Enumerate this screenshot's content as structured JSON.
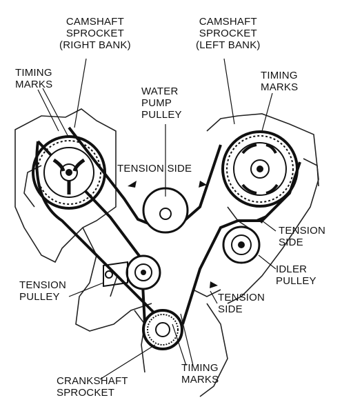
{
  "labels": {
    "cam_right": [
      "CAMSHAFT",
      "SPROCKET",
      "(RIGHT BANK)"
    ],
    "cam_left": [
      "CAMSHAFT",
      "SPROCKET",
      "(LEFT BANK)"
    ],
    "timing_marks_right": [
      "TIMING",
      "MARKS"
    ],
    "timing_marks_left": [
      "TIMING",
      "MARKS"
    ],
    "water_pump": [
      "WATER",
      "PUMP",
      "PULLEY"
    ],
    "tension_side_top": "TENSION SIDE",
    "tension_side_right": [
      "TENSION",
      "SIDE"
    ],
    "idler_pulley": [
      "IDLER",
      "PULLEY"
    ],
    "tension_pulley": [
      "TENSION",
      "PULLEY"
    ],
    "tension_side_lower": [
      "TENSION",
      "SIDE"
    ],
    "timing_marks_bottom": [
      "TIMING",
      "MARKS"
    ],
    "crankshaft": [
      "CRANKSHAFT",
      "SPROCKET"
    ]
  },
  "colors": {
    "ink": "#111111",
    "paper": "#ffffff"
  }
}
